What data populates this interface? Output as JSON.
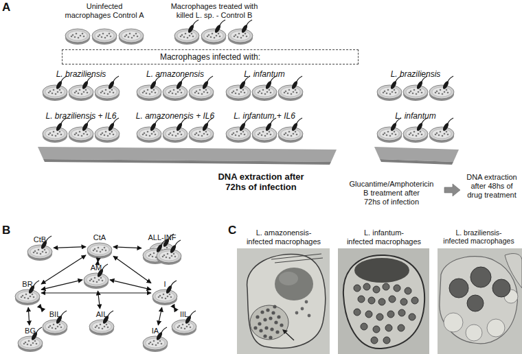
{
  "diagram": {
    "nodes": [
      {
        "text": [
          "Macrophages infected with:"
        ]
      },
      {
        "text": [
          "CtB"
        ]
      },
      {
        "text": [
          "CtA"
        ]
      },
      {
        "text": [
          "ALL-INF"
        ]
      },
      {
        "text": [
          "BR"
        ]
      },
      {
        "text": [
          "AM"
        ]
      },
      {
        "text": [
          "I"
        ]
      },
      {
        "text": [
          "BIL"
        ]
      },
      {
        "text": [
          "AIL"
        ]
      },
      {
        "text": [
          "IIL"
        ]
      },
      {
        "text": [
          "BG"
        ]
      },
      {
        "text": [
          "IA"
        ]
      }
    ],
    "edges": [
      {
        "from": 1,
        "to": 2,
        "arrow": "both"
      },
      {
        "from": 2,
        "to": 3,
        "arrow": "both"
      },
      {
        "from": 2,
        "to": 4,
        "arrow": "both"
      },
      {
        "from": 2,
        "to": 5,
        "arrow": "both"
      },
      {
        "from": 2,
        "to": 6,
        "arrow": "both"
      },
      {
        "from": 4,
        "to": 5,
        "arrow": "both"
      },
      {
        "from": 5,
        "to": 6,
        "arrow": "both"
      },
      {
        "from": 4,
        "to": 6,
        "arrow": "both"
      },
      {
        "from": 4,
        "to": 7,
        "arrow": "both"
      },
      {
        "from": 4,
        "to": 10,
        "arrow": "both"
      },
      {
        "from": 5,
        "to": 8,
        "arrow": "both"
      },
      {
        "from": 6,
        "to": 9,
        "arrow": "both"
      },
      {
        "from": 6,
        "to": 11,
        "arrow": "both"
      }
    ],
    "labels": [
      "A",
      "Uninfected macrophages Control A",
      "Macrophages treated with killed L. sp. - Control B",
      "L. braziliensis",
      "L. amazonensis",
      "L. infantum",
      "L. braziliensis",
      "L. braziliensis + IL6",
      "L. amazonensis + IL6",
      "L. infantum + IL6",
      "L. infantum",
      "DNA extraction after 72hs of infection",
      "Glucantime/Amphotericin B treatment after 72hs of infection",
      "DNA extraction after 48hs of drug treatment",
      "B",
      "C",
      "L. amazonensis- infected macrophages",
      "L. infantum- infected macrophages",
      "L. braziliensis- infected macrophages"
    ]
  }
}
